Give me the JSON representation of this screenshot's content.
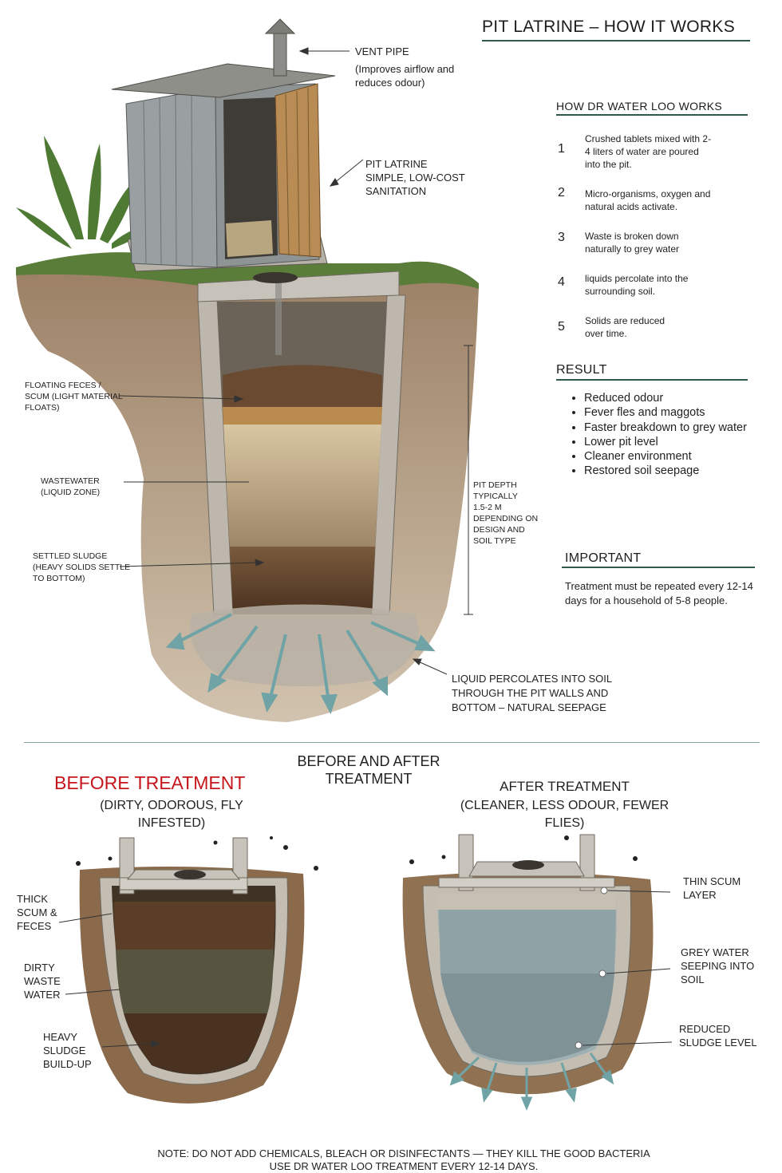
{
  "header": {
    "title": "PIT LATRINE – HOW IT WORKS"
  },
  "diagram_labels": {
    "vent_pipe": "VENT PIPE",
    "vent_pipe_note_1": "(Improves airflow and",
    "vent_pipe_note_2": "reduces odour)",
    "pit_latrine_1": "PIT LATRINE",
    "pit_latrine_2": "SIMPLE, LOW-COST",
    "pit_latrine_3": "SANITATION",
    "floating_1": "FLOATING FECES /",
    "floating_2": "SCUM (LIGHT MATERIAL",
    "floating_3": "FLOATS)",
    "wastewater_1": "WASTEWATER",
    "wastewater_2": "(LIQUID ZONE)",
    "sludge_1": "SETTLED SLUDGE",
    "sludge_2": "(HEAVY SOLIDS SETTLE",
    "sludge_3": "TO BOTTOM)",
    "depth_1": "PIT DEPTH",
    "depth_2": "TYPICALLY",
    "depth_3": "1.5-2 M",
    "depth_4": "DEPENDING ON",
    "depth_5": "DESIGN AND",
    "depth_6": "SOIL TYPE",
    "percolate_1": "LIQUID PERCOLATES INTO SOIL",
    "percolate_2": "THROUGH THE PIT WALLS AND",
    "percolate_3": "BOTTOM – NATURAL SEEPAGE"
  },
  "how_it_works": {
    "heading": "HOW DR WATER LOO WORKS",
    "steps": [
      {
        "num": "1",
        "line1": "Crushed tablets mixed with 2-",
        "line2": "4 liters of water are poured",
        "line3": "into the pit."
      },
      {
        "num": "2",
        "line1": "Micro-organisms, oxygen and",
        "line2": "natural acids activate."
      },
      {
        "num": "3",
        "line1": "Waste is broken down",
        "line2": "naturally to grey water"
      },
      {
        "num": "4",
        "line1": "liquids percolate into the",
        "line2": "surrounding soil."
      },
      {
        "num": "5",
        "line1": "Solids are reduced",
        "line2": "over time."
      }
    ]
  },
  "result": {
    "heading": "RESULT",
    "items": [
      "Reduced odour",
      "Fever fles and maggots",
      "Faster breakdown to grey water",
      "Lower pit level",
      "Cleaner environment",
      "Restored soil seepage"
    ]
  },
  "important": {
    "heading": "IMPORTANT",
    "text": "Treatment must be repeated every 12-14 days for a household of 5-8 people."
  },
  "before_after": {
    "heading_1": "BEFORE AND AFTER",
    "heading_2": "TREATMENT",
    "before_title": "BEFORE TREATMENT",
    "before_sub_1": "(DIRTY, ODOROUS, FLY",
    "before_sub_2": "INFESTED)",
    "before_labels": {
      "scum_1": "THICK",
      "scum_2": "SCUM &",
      "scum_3": "FECES",
      "water_1": "DIRTY",
      "water_2": "WASTE",
      "water_3": "WATER",
      "sludge_1": "HEAVY",
      "sludge_2": "SLUDGE",
      "sludge_3": "BUILD-UP"
    },
    "after_title": "AFTER TREATMENT",
    "after_sub_1": "(CLEANER, LESS ODOUR, FEWER",
    "after_sub_2": "FLIES)",
    "after_labels": {
      "scum_1": "THIN SCUM",
      "scum_2": "LAYER",
      "grey_1": "GREY WATER",
      "grey_2": "SEEPING INTO",
      "grey_3": "SOIL",
      "sludge_1": "REDUCED",
      "sludge_2": "SLUDGE LEVEL"
    }
  },
  "footer": {
    "note_1": "NOTE: DO NOT ADD CHEMICALS, BLEACH OR DISINFECTANTS — THEY KILL THE GOOD BACTERIA",
    "note_2": "USE DR WATER LOO TREATMENT EVERY 12-14 DAYS."
  },
  "colors": {
    "accent_rule": "#2f5a4a",
    "before_red": "#c4161c",
    "arrow_teal": "#6fa3a6"
  }
}
